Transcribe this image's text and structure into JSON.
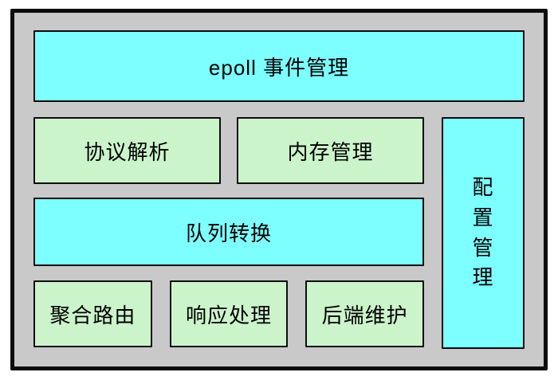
{
  "diagram": {
    "title": "epoll event management architecture diagram",
    "blocks": {
      "epoll": {
        "label": "epoll 事件管理",
        "color": "#7dfeff"
      },
      "protocol": {
        "label": "协议解析",
        "color": "#ccf4cb"
      },
      "memory": {
        "label": "内存管理",
        "color": "#ccf4cb"
      },
      "config": {
        "label": "配置管理",
        "color": "#7dfeff",
        "orientation": "vertical"
      },
      "queue": {
        "label": "队列转换",
        "color": "#7dfeff"
      },
      "aggregate_route": {
        "label": "聚合路由",
        "color": "#ccf4cb"
      },
      "response": {
        "label": "响应处理",
        "color": "#ccf4cb"
      },
      "backend": {
        "label": "后端维护",
        "color": "#ccf4cb"
      }
    },
    "colors": {
      "frame_background": "#c9c9c9",
      "border": "#0d0d0d",
      "cyan_block": "#7dfeff",
      "green_block": "#ccf4cb",
      "text": "#000000"
    }
  }
}
